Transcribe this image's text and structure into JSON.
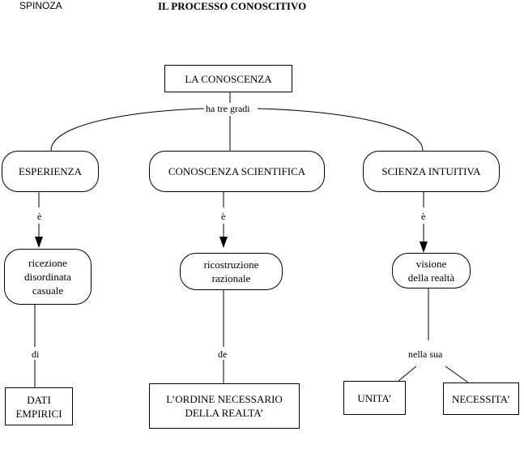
{
  "header": {
    "author": "SPINOZA",
    "title": "IL PROCESSO CONOSCITIVO"
  },
  "root": {
    "label": "LA CONOSCENZA",
    "connector": "ha tre gradi"
  },
  "branches": [
    {
      "label": "ESPERIENZA",
      "connector": "è",
      "result": [
        "ricezione",
        "disordinata",
        "casuale"
      ],
      "connector2": "di",
      "leaf": [
        "DATI",
        "EMPIRICI"
      ]
    },
    {
      "label": "CONOSCENZA SCIENTIFICA",
      "connector": "è",
      "result": [
        "ricostruzione",
        "razionale"
      ],
      "connector2": "de",
      "leaf": [
        "L’ORDINE NECESSARIO",
        "DELLA REALTA’"
      ]
    },
    {
      "label": "SCIENZA INTUITIVA",
      "connector": "è",
      "result": [
        "visione",
        "della realtà"
      ],
      "connector2": "nella sua",
      "leaves": [
        "UNITA’",
        "NECESSITA’"
      ]
    }
  ]
}
